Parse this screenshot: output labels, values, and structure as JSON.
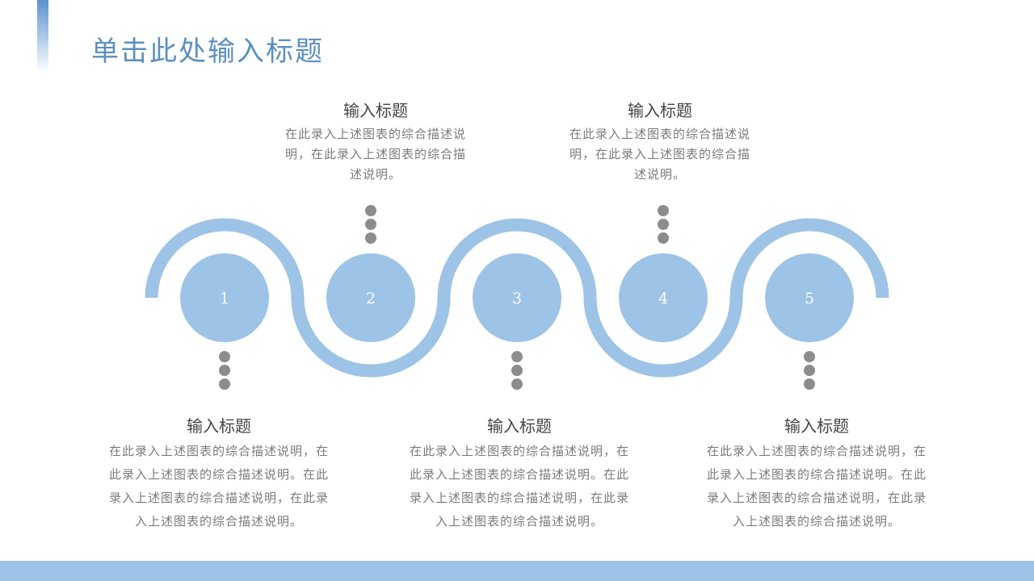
{
  "title": "单击此处输入标题",
  "colors": {
    "accent": "#9dc3e6",
    "title": "#5b8fc2",
    "dots": "#8c8c8c"
  },
  "steps": [
    {
      "number": "1",
      "heading": "输入标题",
      "desc": "在此录入上述图表的综合描述说明，在此录入上述图表的综合描述说明。在此录入上述图表的综合描述说明，在此录入上述图表的综合描述说明。"
    },
    {
      "number": "2",
      "heading": "输入标题",
      "desc": "在此录入上述图表的综合描述说明，在此录入上述图表的综合描述说明。"
    },
    {
      "number": "3",
      "heading": "输入标题",
      "desc": "在此录入上述图表的综合描述说明，在此录入上述图表的综合描述说明。在此录入上述图表的综合描述说明，在此录入上述图表的综合描述说明。"
    },
    {
      "number": "4",
      "heading": "输入标题",
      "desc": "在此录入上述图表的综合描述说明，在此录入上述图表的综合描述说明。"
    },
    {
      "number": "5",
      "heading": "输入标题",
      "desc": "在此录入上述图表的综合描述说明，在此录入上述图表的综合描述说明。在此录入上述图表的综合描述说明，在此录入上述图表的综合描述说明。"
    }
  ]
}
